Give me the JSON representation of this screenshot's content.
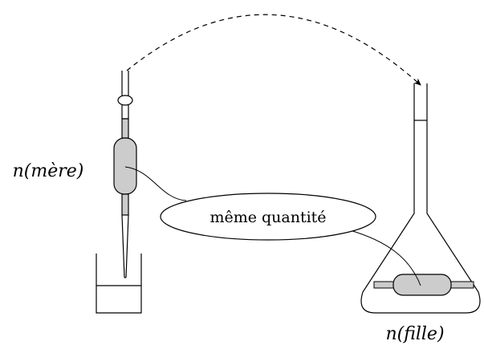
{
  "labels": {
    "mother_amount": "n(mère)",
    "daughter_amount": "n(fille)",
    "same_quantity": "même quantité"
  },
  "colors": {
    "stroke": "#000000",
    "solution_fill": "#cccccc",
    "background": "#ffffff"
  }
}
